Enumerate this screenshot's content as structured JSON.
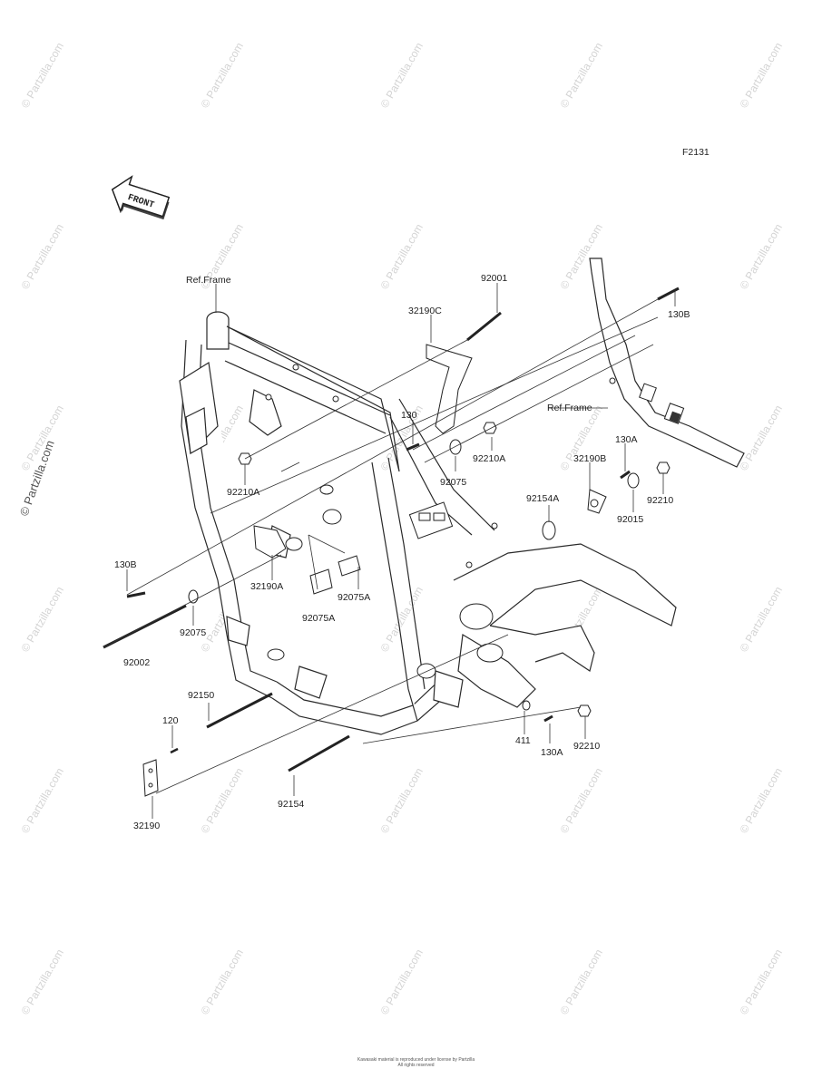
{
  "diagram": {
    "code": "F2131",
    "front_label": "FRONT",
    "watermark": "© Partzilla.com",
    "copyright": [
      "Kawasaki material is reproduced under license by Partzilla",
      "All rights reserved"
    ],
    "labels": {
      "ref_frame_top": "Ref.Frame",
      "ref_frame_right": "Ref.Frame",
      "p92001": "92001",
      "p32190C": "32190C",
      "p130B_top": "130B",
      "p130": "130",
      "p92210A_mid": "92210A",
      "p92075_mid": "92075",
      "p92210A_left": "92210A",
      "p130A_top": "130A",
      "p32190B": "32190B",
      "p92154A": "92154A",
      "p92210_right": "92210",
      "p92015": "92015",
      "p130B_left": "130B",
      "p32190A": "32190A",
      "p92075A_a": "92075A",
      "p92075A_b": "92075A",
      "p92075_left": "92075",
      "p92002": "92002",
      "p92150": "92150",
      "p120": "120",
      "p32190": "32190",
      "p92154": "92154",
      "p411": "411",
      "p130A_bottom": "130A",
      "p92210_bottom": "92210"
    }
  }
}
